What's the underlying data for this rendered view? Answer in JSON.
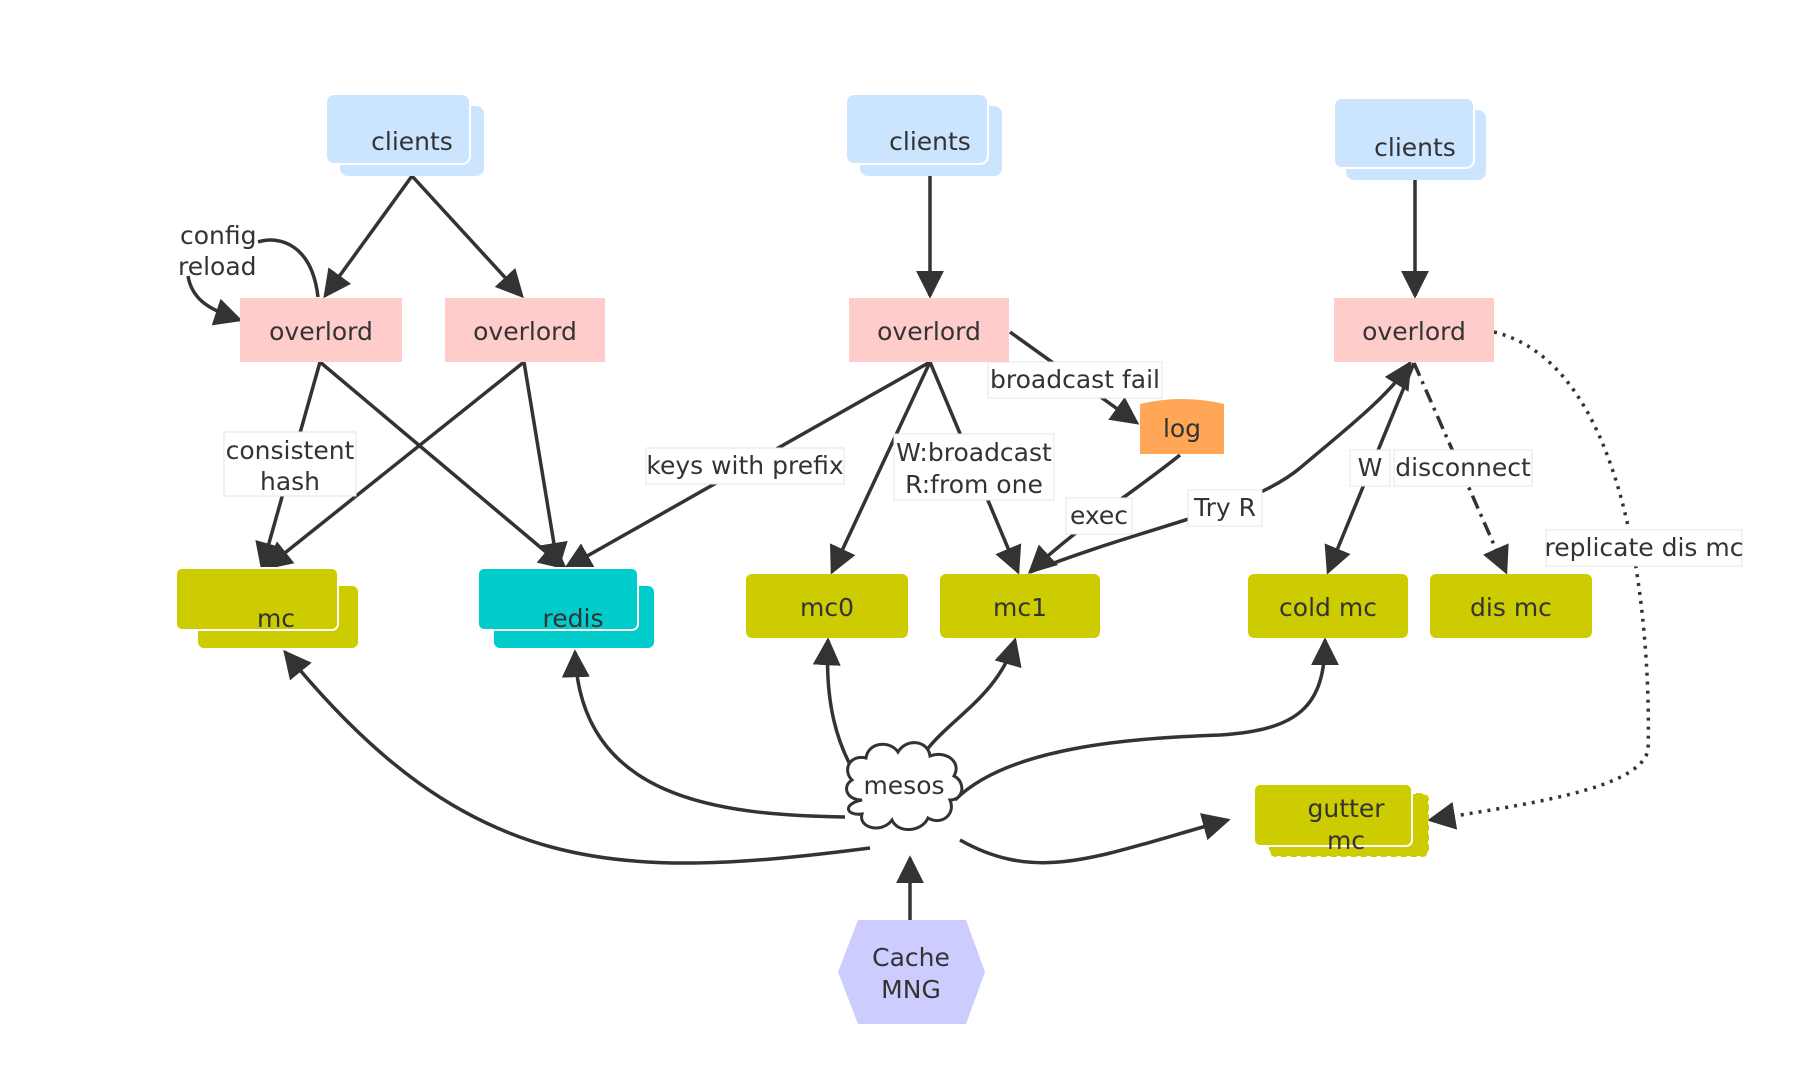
{
  "nodes": {
    "clients1": {
      "label": "clients"
    },
    "clients2": {
      "label": "clients"
    },
    "clients3": {
      "label": "clients"
    },
    "overlord1": {
      "label": "overlord"
    },
    "overlord2": {
      "label": "overlord"
    },
    "overlord3": {
      "label": "overlord"
    },
    "overlord4": {
      "label": "overlord"
    },
    "log": {
      "label": "log"
    },
    "mc": {
      "label": "mc"
    },
    "redis": {
      "label": "redis"
    },
    "mc0": {
      "label": "mc0"
    },
    "mc1": {
      "label": "mc1"
    },
    "cold_mc": {
      "label": "cold mc"
    },
    "dis_mc": {
      "label": "dis mc"
    },
    "gutter_mc": {
      "line1": "gutter",
      "line2": "mc"
    },
    "mesos": {
      "label": "mesos"
    },
    "cache_mng": {
      "line1": "Cache",
      "line2": "MNG"
    }
  },
  "edge_labels": {
    "config_reload": {
      "line1": "config",
      "line2": "reload"
    },
    "consistent_hash": {
      "line1": "consistent",
      "line2": "hash"
    },
    "keys_with_prefix": "keys with prefix",
    "w_broadcast": {
      "line1": "W:broadcast",
      "line2": "R:from one"
    },
    "broadcast_fail": "broadcast fail",
    "exec": "exec",
    "try_r": "Try R",
    "w": "W",
    "disconnect": "disconnect",
    "replicate_dis_mc": "replicate dis mc"
  },
  "colors": {
    "clients": "#cce5ff",
    "overlord": "#ffcccc",
    "storage": "#cccc00",
    "redis": "#00cccc",
    "log": "#ffa756",
    "cache_mng": "#ccccff",
    "edge": "#333333"
  }
}
